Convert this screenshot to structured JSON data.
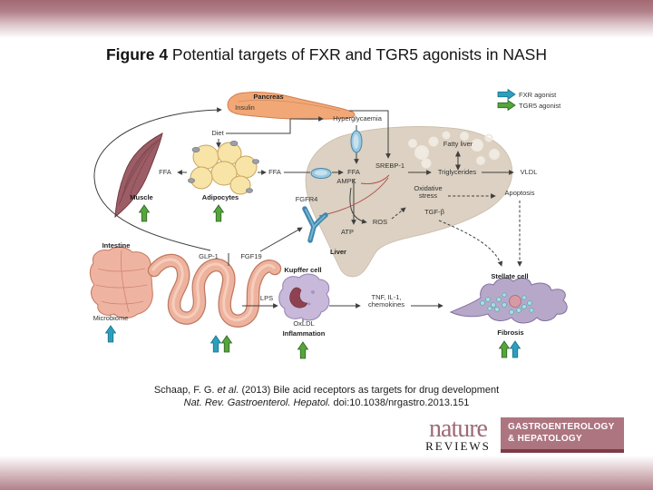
{
  "slide": {
    "title": {
      "bold": "Figure 4",
      "rest": " Potential targets of FXR and TGR5 agonists in NASH"
    },
    "citation": {
      "line1_pre": "Schaap, F. G. ",
      "line1_italic": "et al.",
      "line1_post": " (2013) Bile acid receptors as targets for drug development",
      "line2_italic": "Nat. Rev. Gastroenterol. Hepatol.",
      "line2_post": " doi:10.1038/nrgastro.2013.151"
    }
  },
  "legend": {
    "items": [
      {
        "icon": "arrow-right-teal",
        "label": "FXR agonist",
        "color": "#2d9fbd"
      },
      {
        "icon": "arrow-right-green",
        "label": "TGR5 agonist",
        "color": "#6f9e42"
      }
    ]
  },
  "logo": {
    "brand_top": "nature",
    "brand_bottom": "REVIEWS",
    "journal_line1": "GASTROENTEROLOGY",
    "journal_line2": "& HEPATOLOGY",
    "box_color": "#ad7580"
  },
  "diagram": {
    "labels": {
      "pancreas": {
        "text": "Pancreas"
      },
      "insulin": {
        "text": "Insulin"
      },
      "hyperglycaemia": {
        "text": "Hyperglycaemia"
      },
      "diet": {
        "text": "Diet"
      },
      "ffa_muscle": {
        "text": "FFA"
      },
      "ffa_adipocytes": {
        "text": "FFA"
      },
      "ffa_liver": {
        "text": "FFA"
      },
      "ampk": {
        "text": "AMPK"
      },
      "srebp1": {
        "text": "SREBP-1"
      },
      "muscle": {
        "text": "Muscle"
      },
      "adipocytes": {
        "text": "Adipocytes"
      },
      "fgfr4": {
        "text": "FGFR4"
      },
      "liver": {
        "text": "Liver"
      },
      "ros": {
        "text": "ROS"
      },
      "atp": {
        "text": "ATP"
      },
      "oxidative_stress": {
        "text": "Oxidative\nstress"
      },
      "tgf_beta": {
        "text": "TGF-β"
      },
      "fatty_liver": {
        "text": "Fatty liver"
      },
      "triglycerides": {
        "text": "Triglycerides"
      },
      "vldl": {
        "text": "VLDL"
      },
      "apoptosis": {
        "text": "Apoptosis"
      },
      "intestine": {
        "text": "Intestine"
      },
      "glp1": {
        "text": "GLP-1"
      },
      "fgf19": {
        "text": "FGF19"
      },
      "microbiome": {
        "text": "Microbiome"
      },
      "lps": {
        "text": "LPS"
      },
      "kupffer_cell": {
        "text": "Kupffer cell"
      },
      "oxldl": {
        "text": "OxLDL"
      },
      "inflammation": {
        "text": "Inflammation"
      },
      "tnf_il1": {
        "text": "TNF, IL-1,\nchemokines"
      },
      "stellate_cell": {
        "text": "Stellate cell"
      },
      "fibrosis": {
        "text": "Fibrosis"
      }
    },
    "indicator_arrows": [
      {
        "target": "muscle",
        "direction": "up",
        "agonist": "TGR5",
        "color": "#55a53c"
      },
      {
        "target": "adipocytes",
        "direction": "up",
        "agonist": "TGR5",
        "color": "#55a53c"
      },
      {
        "target": "microbiome",
        "direction": "up",
        "agonist": "FXR",
        "color": "#2d9fbd"
      },
      {
        "target": "intestine",
        "direction": "up",
        "agonist": "FXR",
        "color": "#2d9fbd"
      },
      {
        "target": "intestine",
        "direction": "up",
        "agonist": "TGR5",
        "color": "#55a53c"
      },
      {
        "target": "inflammation",
        "direction": "up",
        "agonist": "TGR5",
        "color": "#55a53c"
      },
      {
        "target": "fibrosis",
        "direction": "up",
        "agonist": "TGR5",
        "color": "#55a53c"
      },
      {
        "target": "fibrosis",
        "direction": "up",
        "agonist": "FXR",
        "color": "#2d9fbd"
      }
    ],
    "colors": {
      "fxr_teal": "#2d9fbd",
      "tgr5_green": "#55a53c",
      "inhibition_red": "#b04a48",
      "liver_fill": "#dcd1c2",
      "pancreas_fill": "#f2a876",
      "muscle_fill": "#9d5d66",
      "adipocyte_fill": "#f7e4a6",
      "intestine_fill": "#edb39e",
      "kupffer_fill": "#c8b9da",
      "stellate_fill": "#b7a8ca"
    }
  }
}
